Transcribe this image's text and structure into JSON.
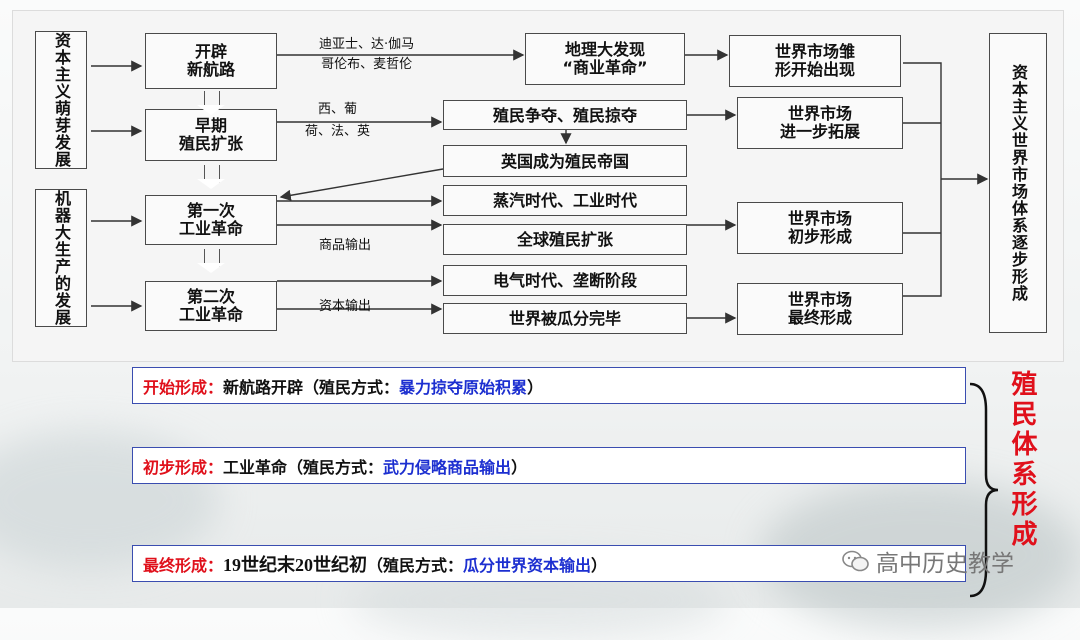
{
  "diagram": {
    "left_boxes": [
      {
        "text": "资本主义萌芽发展"
      },
      {
        "text": "机器大生产的发展"
      }
    ],
    "stage_boxes": [
      {
        "lines": [
          "开辟",
          "新航路"
        ]
      },
      {
        "lines": [
          "早期",
          "殖民扩张"
        ]
      },
      {
        "lines": [
          "第一次",
          "工业革命"
        ]
      },
      {
        "lines": [
          "第二次",
          "工业革命"
        ]
      }
    ],
    "edge_labels": [
      {
        "lines": [
          "迪亚士、达·伽马",
          "哥伦布、麦哲伦"
        ]
      },
      {
        "lines": [
          "西、葡",
          "荷、法、英"
        ]
      },
      {
        "lines": [
          "商品输出"
        ]
      },
      {
        "lines": [
          "资本输出"
        ]
      }
    ],
    "middle_boxes": [
      {
        "lines": [
          "地理大发现",
          "“商业革命”"
        ]
      },
      {
        "lines": [
          "殖民争夺、殖民掠夺"
        ]
      },
      {
        "lines": [
          "英国成为殖民帝国"
        ]
      },
      {
        "lines": [
          "蒸汽时代、工业时代"
        ]
      },
      {
        "lines": [
          "全球殖民扩张"
        ]
      },
      {
        "lines": [
          "电气时代、垄断阶段"
        ]
      },
      {
        "lines": [
          "世界被瓜分完毕"
        ]
      }
    ],
    "market_boxes": [
      {
        "lines": [
          "世界市场雏",
          "形开始出现"
        ]
      },
      {
        "lines": [
          "世界市场",
          "进一步拓展"
        ]
      },
      {
        "lines": [
          "世界市场",
          "初步形成"
        ]
      },
      {
        "lines": [
          "世界市场",
          "最终形成"
        ]
      }
    ],
    "final_box": {
      "text": "资本主义世界市场体系逐步形成"
    }
  },
  "summary": [
    {
      "stage": "开始形成：",
      "event": "新航路开辟",
      "open": "（殖民方式：",
      "method": "暴力掠夺原始积累",
      "close": "）"
    },
    {
      "stage": "初步形成：",
      "event": "工业革命",
      "open": "（殖民方式：",
      "method": "武力侵略商品输出",
      "close": "）"
    },
    {
      "stage": "最终形成：",
      "event": "19世纪末20世纪初",
      "open": "（殖民方式：",
      "method": "瓜分世界资本输出",
      "close": "）"
    }
  ],
  "side_title": {
    "text": "殖民体系形成"
  },
  "watermark": {
    "text": "高中历史教学",
    "icon": "wechat-icon"
  },
  "colors": {
    "red": "#e0101b",
    "blue": "#1c2fd0",
    "box_border": "#4a4a4a"
  }
}
